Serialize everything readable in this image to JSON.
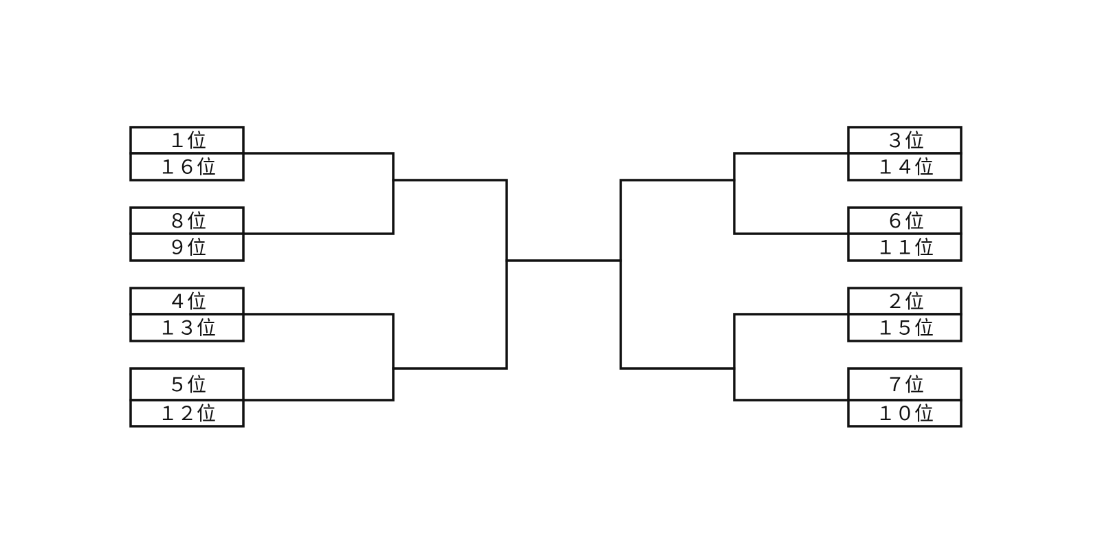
{
  "bracket": {
    "left": {
      "pairs": [
        [
          "１位",
          "１６位"
        ],
        [
          "８位",
          "９位"
        ],
        [
          "４位",
          "１３位"
        ],
        [
          "５位",
          "１２位"
        ]
      ]
    },
    "right": {
      "pairs": [
        [
          "３位",
          "１４位"
        ],
        [
          "６位",
          "１１位"
        ],
        [
          "２位",
          "１５位"
        ],
        [
          "７位",
          "１０位"
        ]
      ]
    }
  },
  "colors": {
    "line": "#111111",
    "background": "#ffffff"
  }
}
